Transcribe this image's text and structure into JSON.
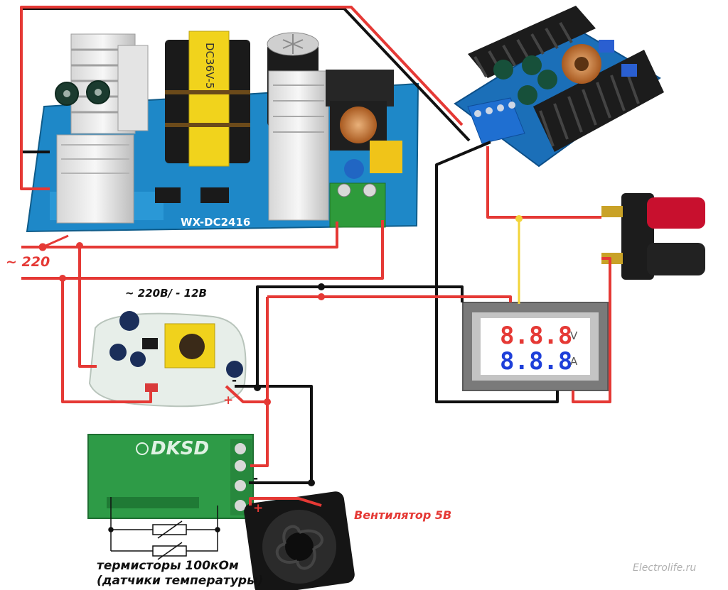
{
  "labels": {
    "mains": "~ 220",
    "aux_psu": "~ 220В/ - 12В",
    "fan": "Вентилятор 5В",
    "thermistors_line1": "термисторы 100кОм",
    "thermistors_line2": "(датчики температуры)",
    "watermark": "Electrolife.ru"
  },
  "power_supply": {
    "model": "WX-DC2416",
    "transformer_marking": "DC36V-5",
    "pcb_color": "#1e88c8"
  },
  "meter": {
    "voltage_digits": "8.8.8",
    "voltage_unit": "V",
    "current_digits": "8.8.8",
    "current_unit": "A",
    "voltage_color": "#e53935",
    "current_color": "#1e3fd9"
  },
  "fan_controller": {
    "brand": "DKSD"
  },
  "polarity": {
    "plus": "+",
    "minus": "-"
  },
  "wire_colors": {
    "positive": "#e53935",
    "negative": "#111111",
    "sense": "#f2d43a"
  }
}
